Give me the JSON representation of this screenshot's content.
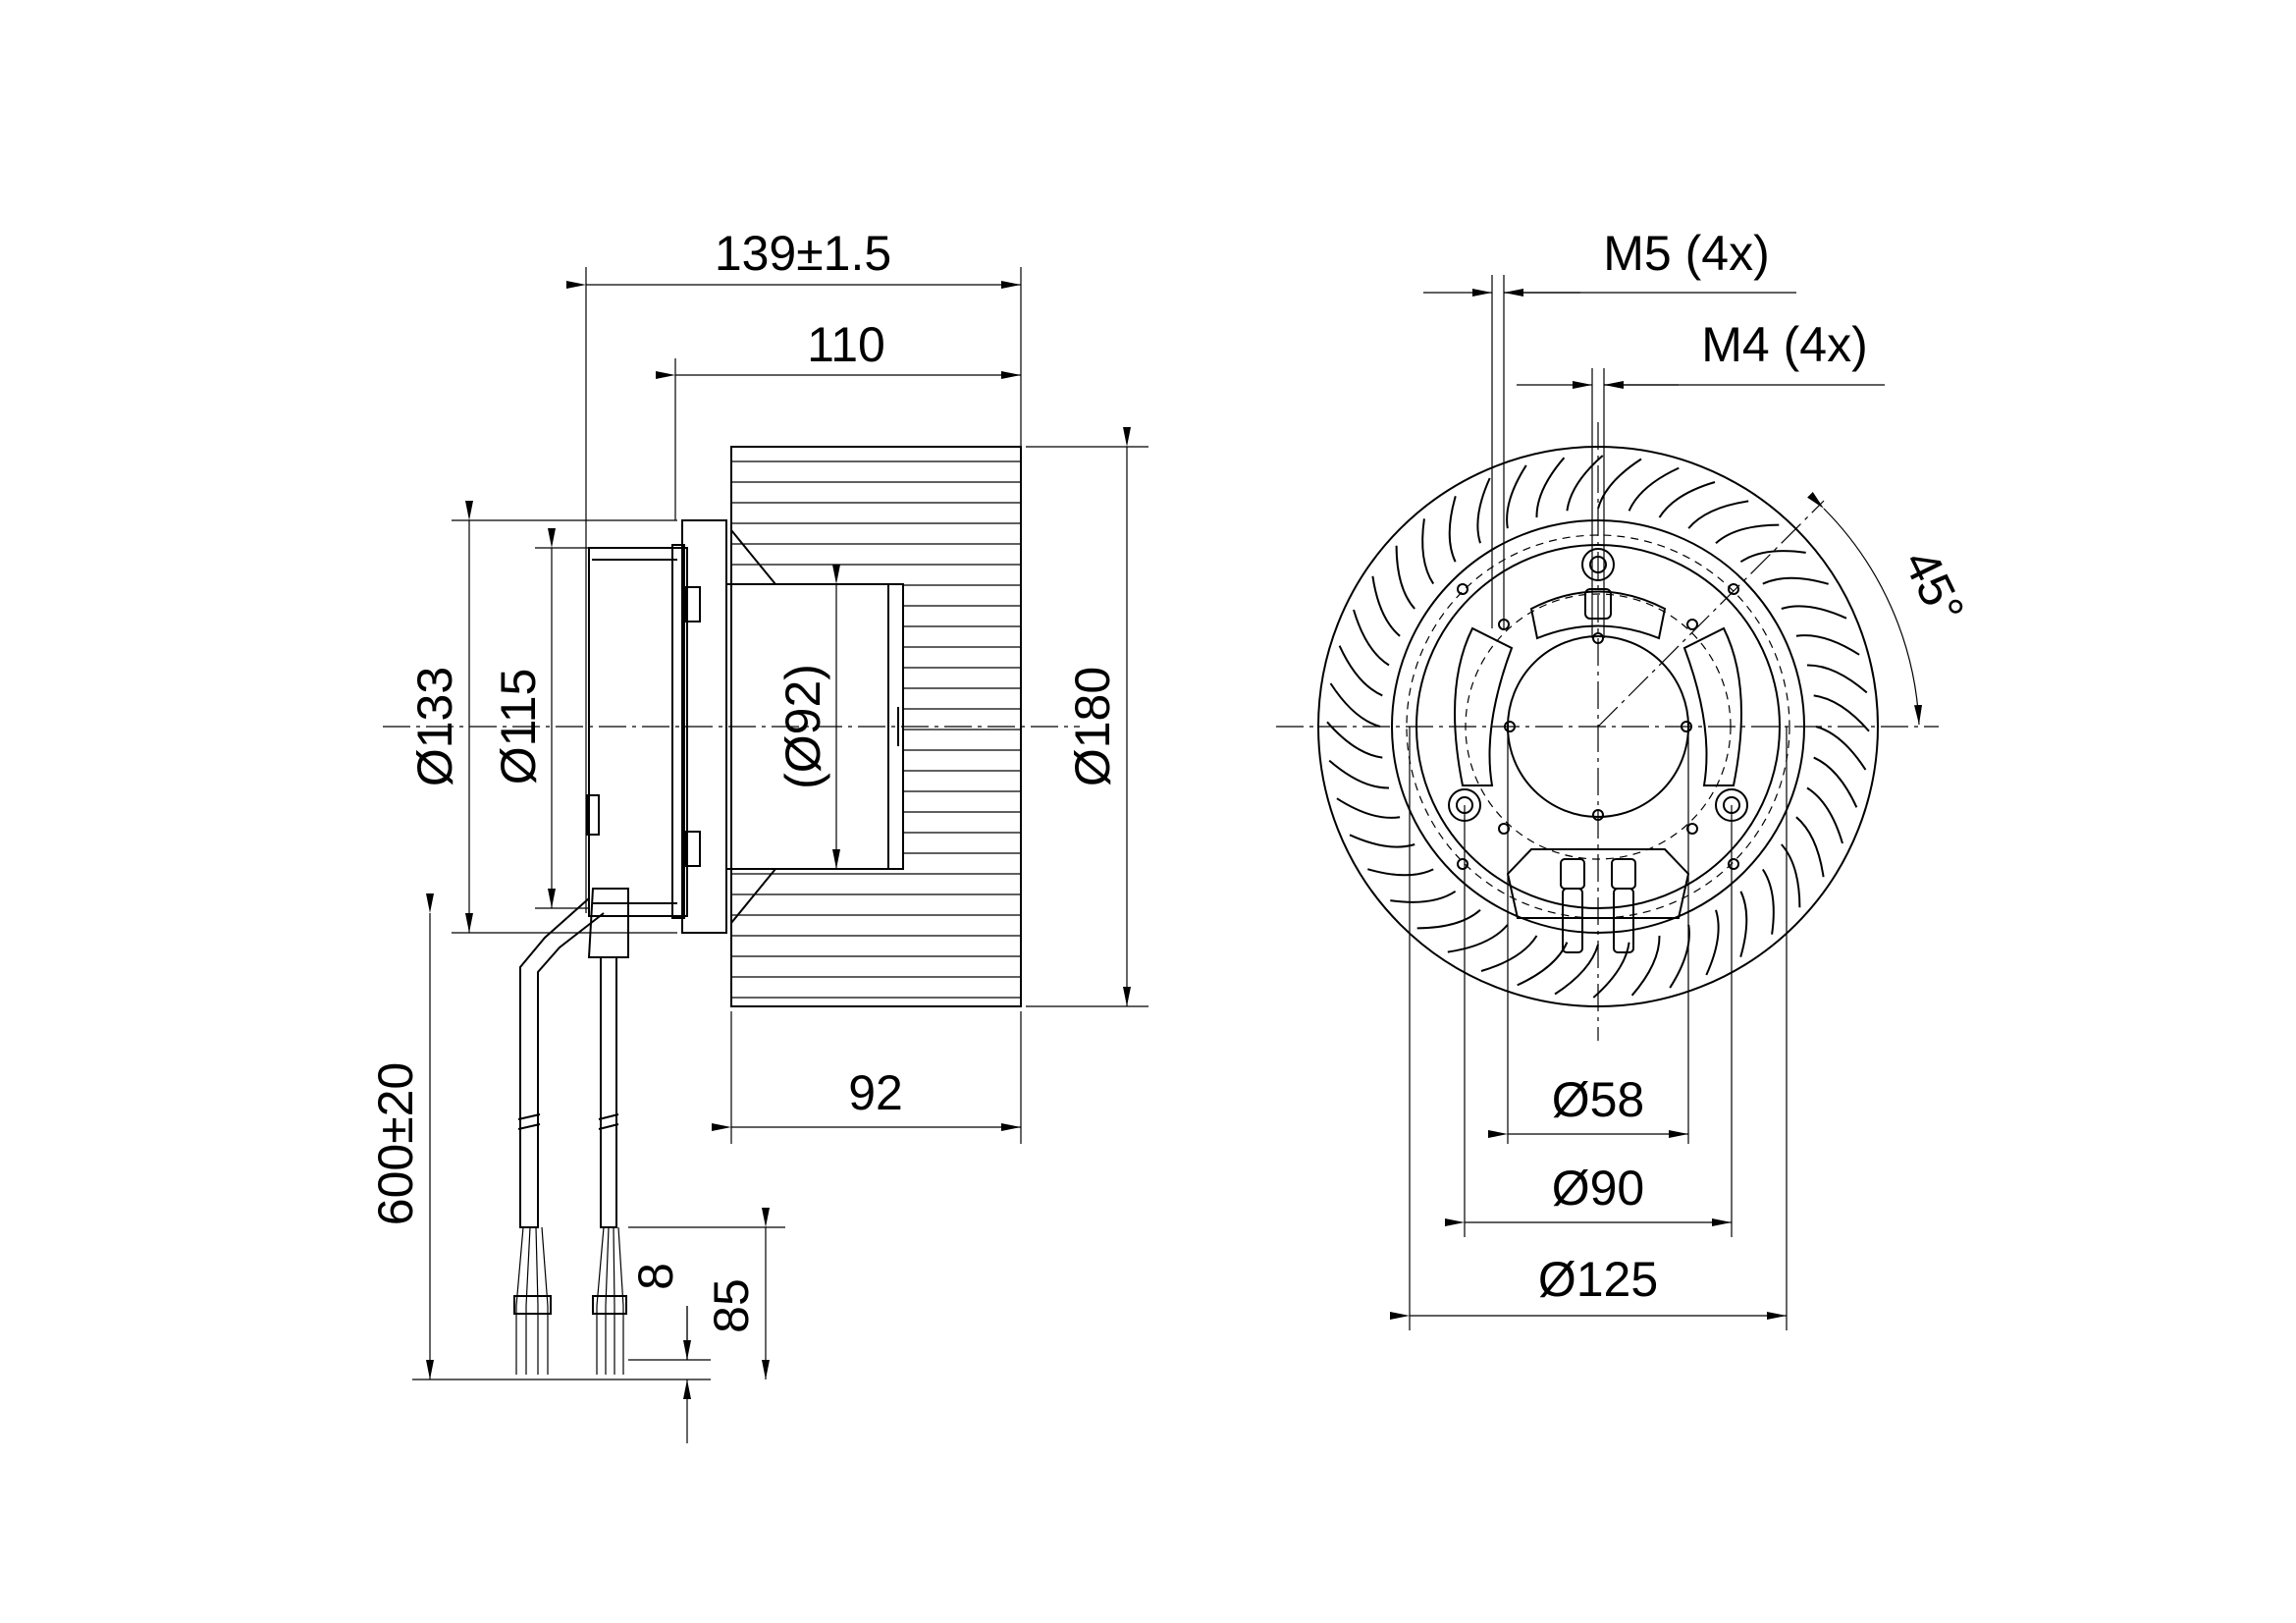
{
  "side_view": {
    "dim_overall_length": "139±1.5",
    "dim_wheel_to_flange": "110",
    "dim_wheel_width": "92",
    "dim_flange_dia": "Ø133",
    "dim_housing_dia": "Ø115",
    "dim_rotor_dia": "(Ø92)",
    "dim_wheel_dia": "Ø180",
    "dim_cable_length": "600±20",
    "dim_strip_length": "8",
    "dim_sheath_strip": "85"
  },
  "front_view": {
    "dim_thread_m5": "M5 (4x)",
    "dim_thread_m4": "M4 (4x)",
    "dim_angle": "45°",
    "dim_hub_dia": "Ø58",
    "dim_bolt_circle_90": "Ø90",
    "dim_bolt_circle_125": "Ø125"
  }
}
